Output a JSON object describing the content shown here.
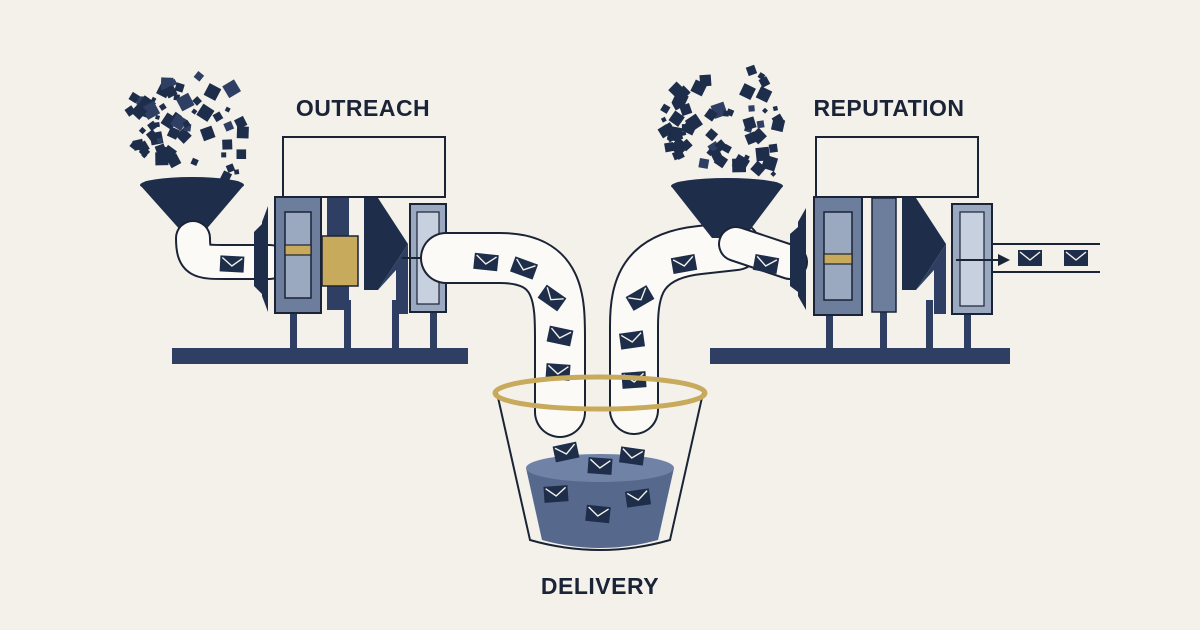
{
  "labels": {
    "outreach": "OUTREACH",
    "reputation": "REPUTATION",
    "delivery": "DELIVERY"
  },
  "colors": {
    "background": "#f3f1ea",
    "navy": "#1d2d4a",
    "navy_mid": "#2e3f63",
    "steel": "#6d7e9c",
    "steel_light": "#9aa8c0",
    "gold": "#c8aa5c",
    "water": "#56688c",
    "pipe_fill": "#fbfaf6",
    "line": "#1b2336"
  },
  "icons": {
    "particles": "scattered-squares",
    "funnel": "funnel-icon",
    "machine": "filter-press",
    "envelope": "envelope-icon",
    "bucket": "collection-bucket"
  }
}
